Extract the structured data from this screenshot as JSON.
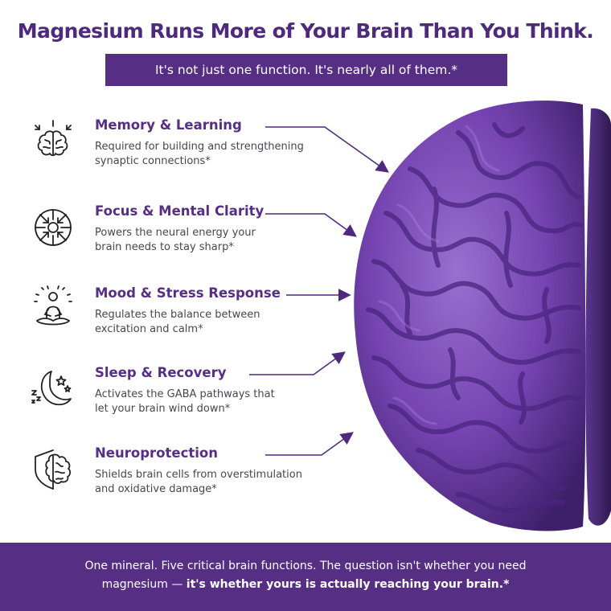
{
  "headline": "Magnesium Runs More of Your Brain Than You Think.",
  "subheadline": "It's not just one function. It's nearly all of them.*",
  "colors": {
    "brand_purple": "#562e84",
    "headline_purple": "#4e2a7c",
    "brain_purple": "#7a4cb3"
  },
  "benefits": [
    {
      "icon": "brain-burst-icon",
      "title": "Memory & Learning",
      "desc_line1": "Required for building and strengthening",
      "desc_line2": "synaptic connections*"
    },
    {
      "icon": "target-focus-icon",
      "title": "Focus & Mental Clarity",
      "desc_line1": "Powers the neural energy your",
      "desc_line2": "brain needs to stay sharp*"
    },
    {
      "icon": "meditation-icon",
      "title": "Mood & Stress Response",
      "desc_line1": "Regulates the balance between",
      "desc_line2": "excitation and calm*"
    },
    {
      "icon": "moon-stars-icon",
      "title": "Sleep & Recovery",
      "desc_line1": "Activates the GABA pathways that",
      "desc_line2": "let your brain wind down*"
    },
    {
      "icon": "shield-brain-icon",
      "title": "Neuroprotection",
      "desc_line1": "Shields brain cells from overstimulation",
      "desc_line2": "and oxidative damage*"
    }
  ],
  "footer": {
    "line1": "One mineral. Five critical brain functions. The question isn't whether you need",
    "line2_prefix": "magnesium — ",
    "line2_bold": "it's whether yours is actually reaching your brain.*"
  }
}
